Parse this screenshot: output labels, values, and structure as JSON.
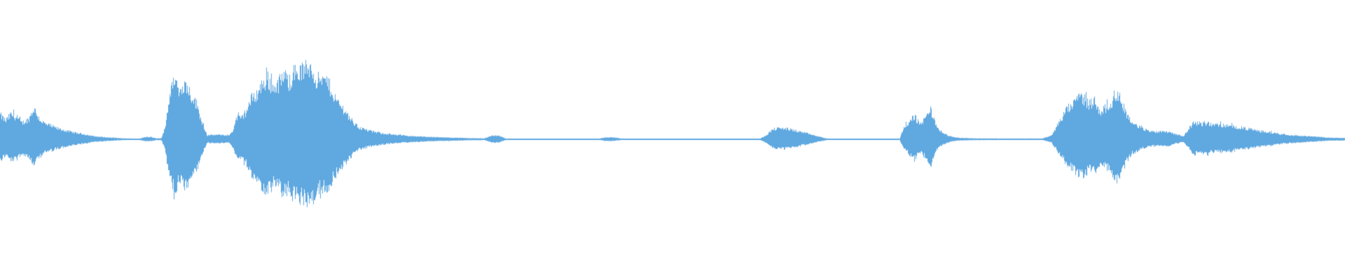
{
  "waveform": {
    "color": "#5fa8e0",
    "background": "#ffffff",
    "envelope": [
      [
        0,
        0.33
      ],
      [
        0.4,
        0.25
      ],
      [
        0.8,
        0.34
      ],
      [
        1.2,
        0.3
      ],
      [
        1.6,
        0.22
      ],
      [
        2.1,
        0.27
      ],
      [
        2.5,
        0.42
      ],
      [
        2.9,
        0.28
      ],
      [
        3.3,
        0.21
      ],
      [
        3.8,
        0.18
      ],
      [
        4.2,
        0.15
      ],
      [
        4.8,
        0.12
      ],
      [
        5.5,
        0.09
      ],
      [
        6.2,
        0.07
      ],
      [
        7.0,
        0.04
      ],
      [
        8.0,
        0.025
      ],
      [
        9.2,
        0.012
      ],
      [
        10.3,
        0.006
      ],
      [
        10.8,
        0.03
      ],
      [
        11.2,
        0.03
      ],
      [
        11.6,
        0.012
      ],
      [
        12.0,
        0.015
      ],
      [
        12.3,
        0.2
      ],
      [
        12.6,
        0.6
      ],
      [
        13.0,
        0.82
      ],
      [
        13.3,
        0.62
      ],
      [
        13.6,
        0.76
      ],
      [
        13.9,
        0.72
      ],
      [
        14.2,
        0.6
      ],
      [
        14.6,
        0.48
      ],
      [
        15.0,
        0.24
      ],
      [
        15.4,
        0.05
      ],
      [
        15.8,
        0.06
      ],
      [
        16.5,
        0.06
      ],
      [
        17.0,
        0.05
      ],
      [
        17.3,
        0.12
      ],
      [
        17.6,
        0.3
      ],
      [
        17.9,
        0.28
      ],
      [
        18.3,
        0.38
      ],
      [
        18.7,
        0.56
      ],
      [
        19.1,
        0.62
      ],
      [
        19.5,
        0.75
      ],
      [
        19.9,
        0.82
      ],
      [
        20.3,
        0.7
      ],
      [
        20.7,
        0.76
      ],
      [
        21.1,
        0.86
      ],
      [
        21.5,
        0.78
      ],
      [
        21.9,
        0.92
      ],
      [
        22.3,
        0.92
      ],
      [
        22.7,
        0.95
      ],
      [
        23.1,
        1.0
      ],
      [
        23.5,
        0.82
      ],
      [
        23.9,
        0.78
      ],
      [
        24.3,
        0.8
      ],
      [
        24.7,
        0.64
      ],
      [
        25.1,
        0.5
      ],
      [
        25.5,
        0.42
      ],
      [
        25.9,
        0.32
      ],
      [
        26.3,
        0.22
      ],
      [
        26.7,
        0.16
      ],
      [
        27.2,
        0.13
      ],
      [
        27.8,
        0.1
      ],
      [
        28.5,
        0.08
      ],
      [
        29.3,
        0.06
      ],
      [
        30.2,
        0.05
      ],
      [
        31.0,
        0.04
      ],
      [
        32.0,
        0.03
      ],
      [
        33.0,
        0.025
      ],
      [
        34.0,
        0.02
      ],
      [
        35.0,
        0.015
      ],
      [
        36.0,
        0.012
      ],
      [
        36.6,
        0.05
      ],
      [
        37.1,
        0.05
      ],
      [
        37.6,
        0.01
      ],
      [
        40.0,
        0.006
      ],
      [
        44.5,
        0.006
      ],
      [
        45.0,
        0.025
      ],
      [
        45.6,
        0.025
      ],
      [
        46.3,
        0.008
      ],
      [
        50.0,
        0.006
      ],
      [
        56.5,
        0.006
      ],
      [
        57.0,
        0.06
      ],
      [
        57.5,
        0.14
      ],
      [
        58.3,
        0.15
      ],
      [
        59.1,
        0.12
      ],
      [
        60.0,
        0.08
      ],
      [
        60.8,
        0.04
      ],
      [
        61.5,
        0.01
      ],
      [
        64.0,
        0.006
      ],
      [
        66.9,
        0.006
      ],
      [
        67.2,
        0.16
      ],
      [
        67.6,
        0.22
      ],
      [
        68.0,
        0.32
      ],
      [
        68.4,
        0.2
      ],
      [
        68.8,
        0.28
      ],
      [
        69.2,
        0.42
      ],
      [
        69.6,
        0.18
      ],
      [
        70.0,
        0.1
      ],
      [
        70.6,
        0.04
      ],
      [
        71.3,
        0.02
      ],
      [
        72.5,
        0.012
      ],
      [
        74.5,
        0.01
      ],
      [
        77.5,
        0.01
      ],
      [
        78.2,
        0.05
      ],
      [
        78.6,
        0.18
      ],
      [
        79.0,
        0.3
      ],
      [
        79.4,
        0.42
      ],
      [
        79.8,
        0.46
      ],
      [
        80.2,
        0.58
      ],
      [
        80.6,
        0.56
      ],
      [
        81.0,
        0.48
      ],
      [
        81.4,
        0.52
      ],
      [
        81.8,
        0.38
      ],
      [
        82.2,
        0.42
      ],
      [
        82.6,
        0.48
      ],
      [
        83.0,
        0.64
      ],
      [
        83.4,
        0.52
      ],
      [
        83.8,
        0.34
      ],
      [
        84.2,
        0.22
      ],
      [
        84.6,
        0.18
      ],
      [
        85.0,
        0.14
      ],
      [
        85.4,
        0.12
      ],
      [
        85.8,
        0.1
      ],
      [
        86.4,
        0.11
      ],
      [
        87.0,
        0.1
      ],
      [
        87.4,
        0.07
      ],
      [
        88.0,
        0.04
      ],
      [
        88.4,
        0.14
      ],
      [
        88.8,
        0.24
      ],
      [
        89.2,
        0.2
      ],
      [
        89.6,
        0.22
      ],
      [
        90.2,
        0.2
      ],
      [
        91.0,
        0.19
      ],
      [
        91.8,
        0.17
      ],
      [
        92.6,
        0.15
      ],
      [
        93.4,
        0.12
      ],
      [
        94.2,
        0.1
      ],
      [
        95.0,
        0.08
      ],
      [
        95.8,
        0.06
      ],
      [
        96.6,
        0.05
      ],
      [
        97.4,
        0.04
      ],
      [
        98.2,
        0.03
      ],
      [
        99.0,
        0.02
      ],
      [
        100,
        0.018
      ]
    ]
  }
}
